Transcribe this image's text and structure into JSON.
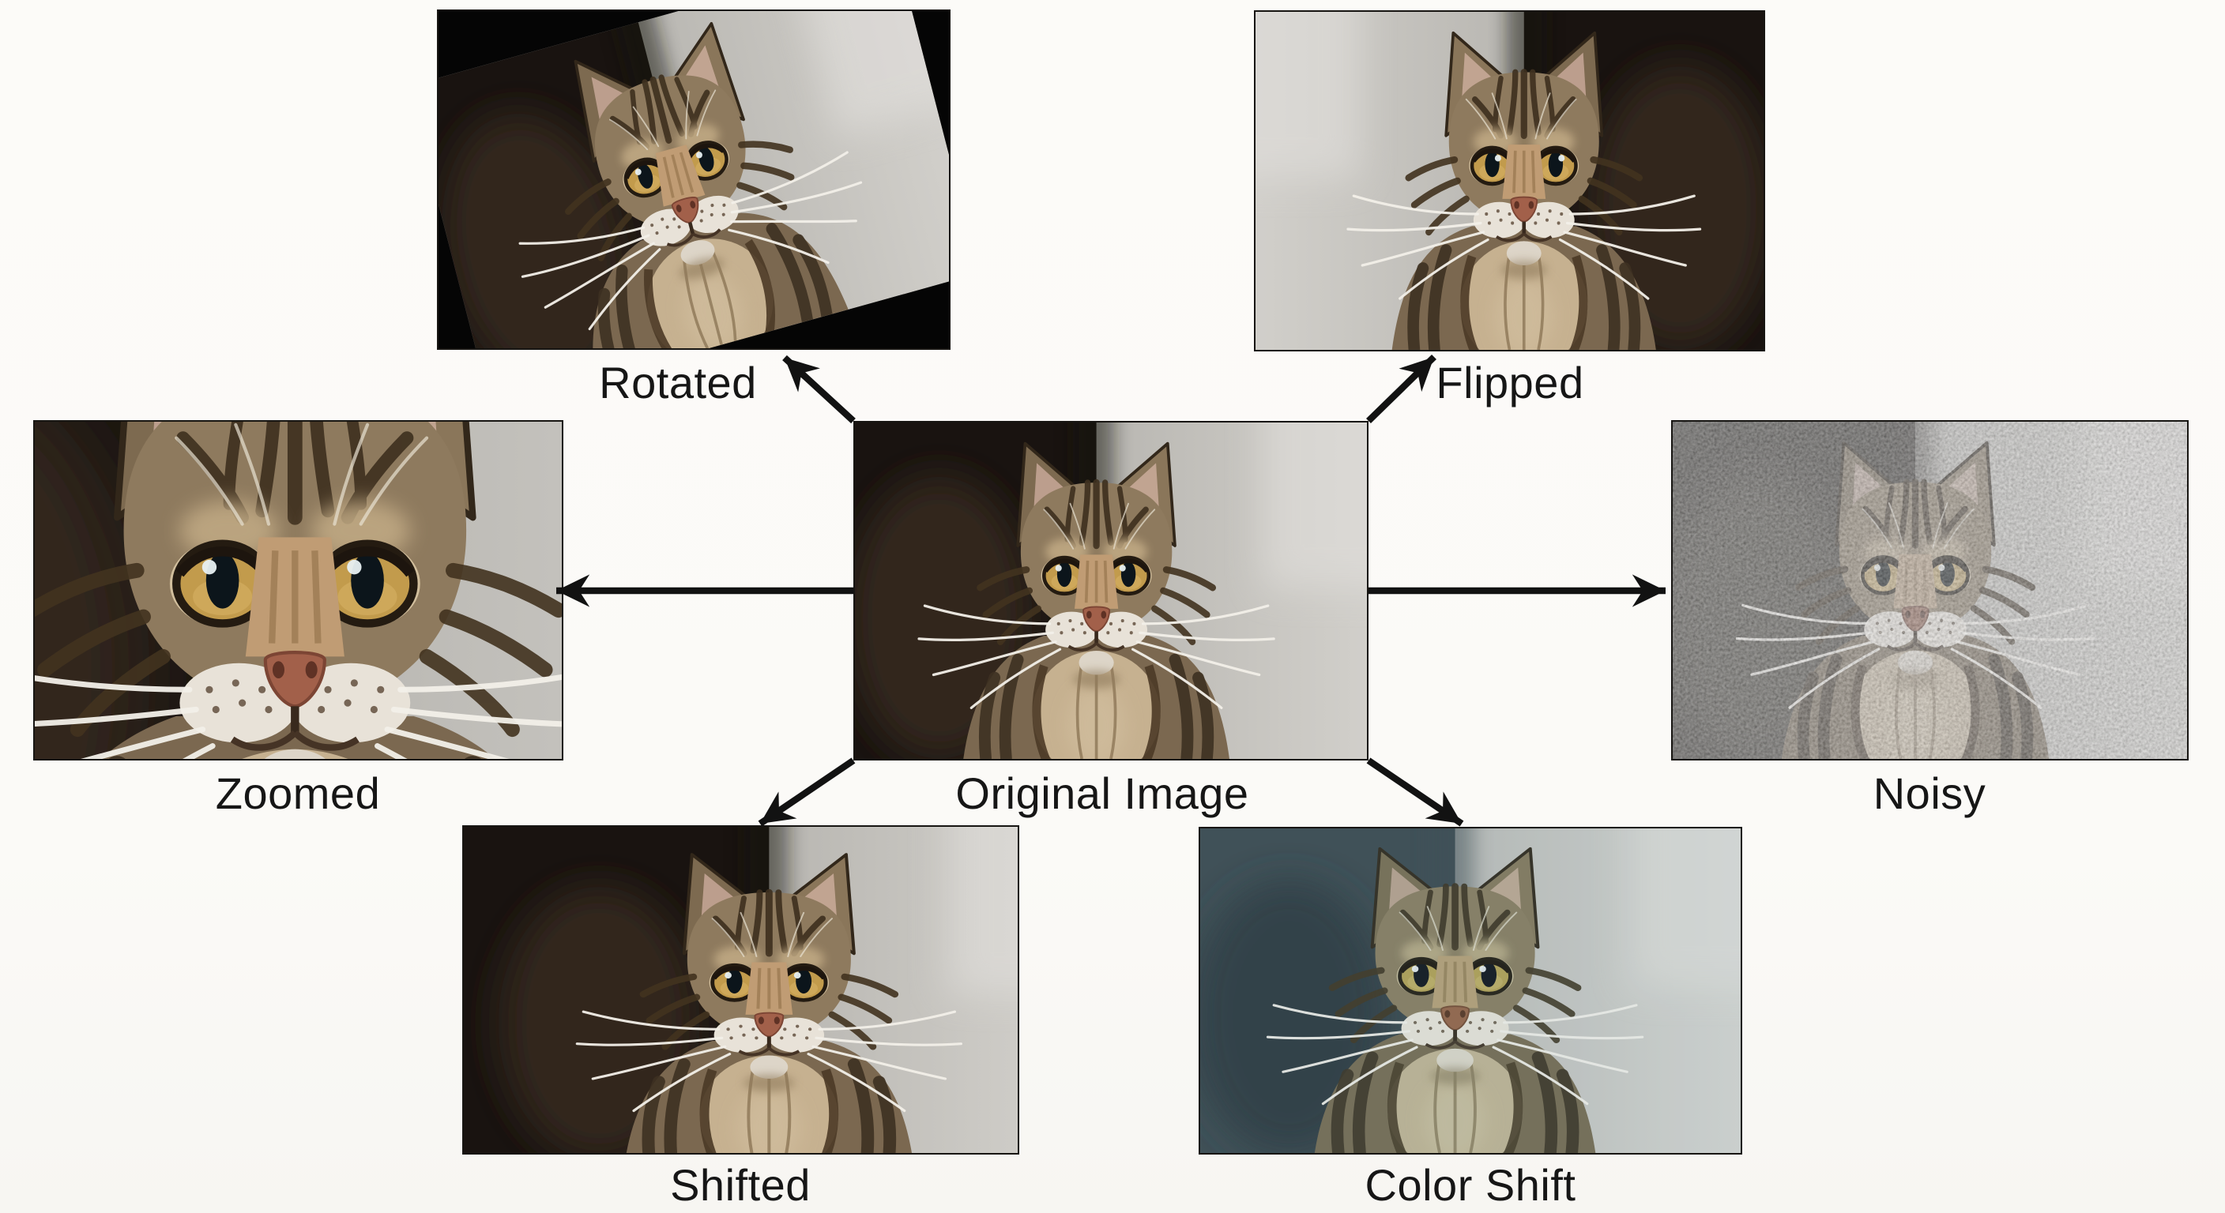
{
  "diagram": {
    "description": "Image augmentation examples: one tabby cat photo transformed six ways",
    "center_label": "Original Image",
    "panels": [
      {
        "id": "rotated",
        "label": "Rotated",
        "position": "top-left"
      },
      {
        "id": "flipped",
        "label": "Flipped",
        "position": "top-right"
      },
      {
        "id": "zoomed",
        "label": "Zoomed",
        "position": "middle-left"
      },
      {
        "id": "noisy",
        "label": "Noisy",
        "position": "middle-right"
      },
      {
        "id": "shifted",
        "label": "Shifted",
        "position": "bottom-left"
      },
      {
        "id": "color_shift",
        "label": "Color Shift",
        "position": "bottom-right"
      }
    ],
    "colors": {
      "page_background": "#fcfbf8",
      "label_text": "#161616",
      "arrow": "#121212",
      "photo_dark_background": "#191310",
      "photo_light_background": "#c7c5c0",
      "rotated_corner_fill": "#050505",
      "color_shift_dark_background": "#35494d",
      "color_shift_light_background": "#dbe7e7"
    }
  }
}
